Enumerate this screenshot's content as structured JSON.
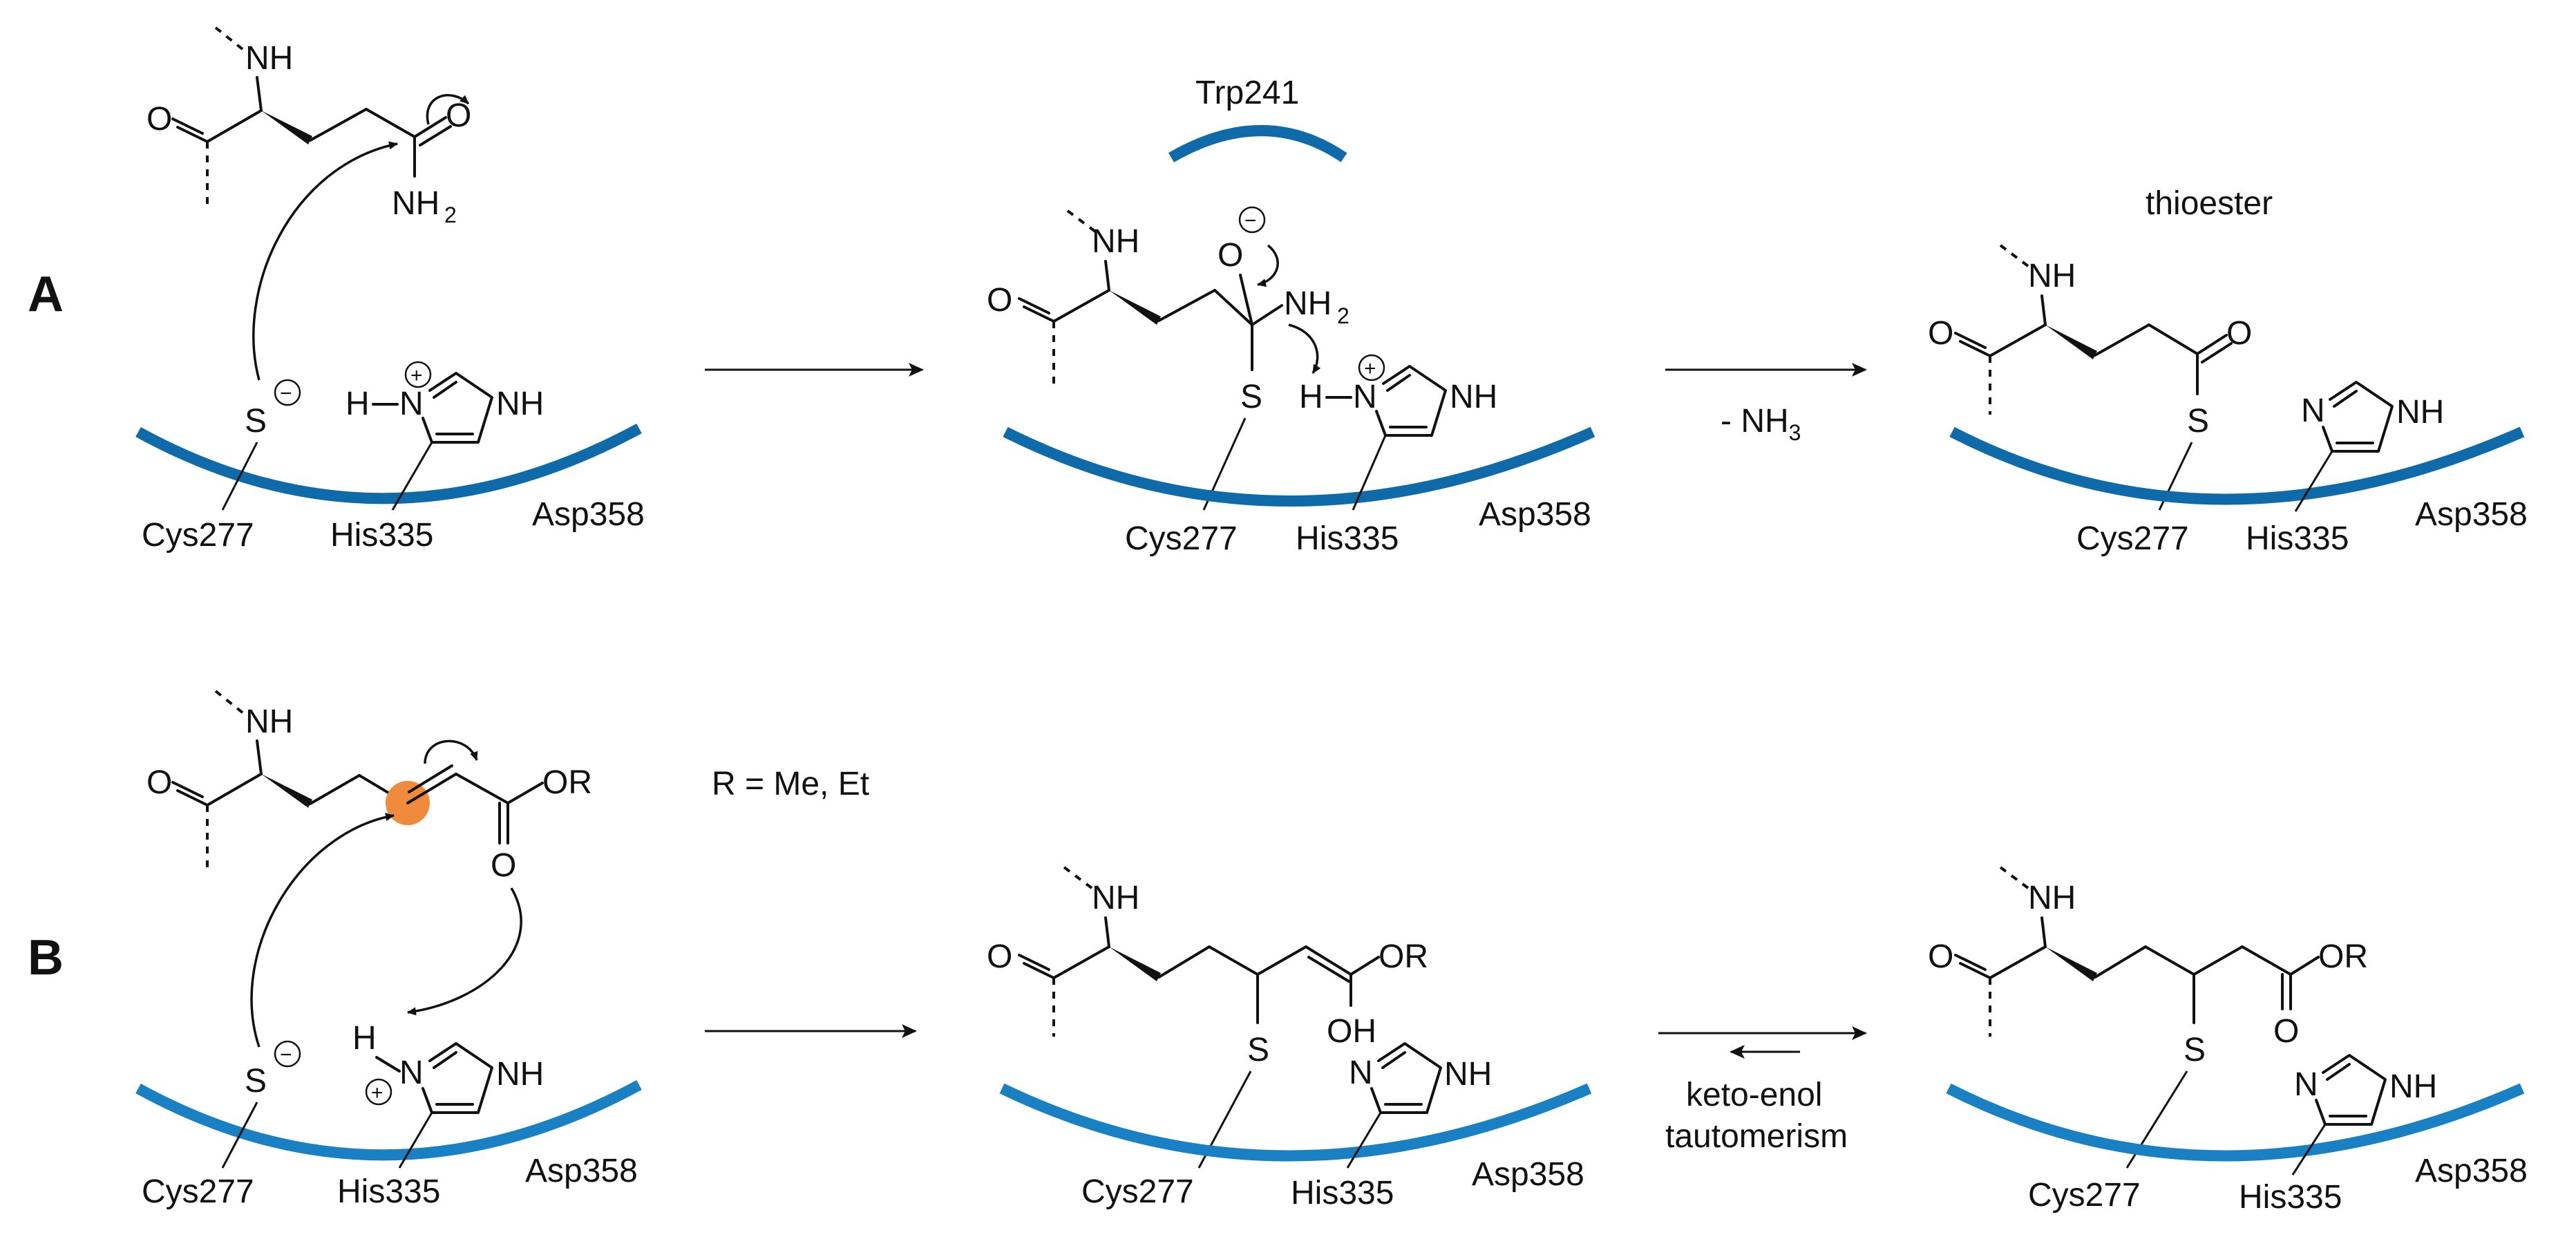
{
  "panels": {
    "a": "A",
    "b": "B"
  },
  "residues": {
    "cys": "Cys277",
    "his": "His335",
    "asp": "Asp358",
    "trp": "Trp241"
  },
  "labels": {
    "thioester": "thioester",
    "minus_nh3": "- NH",
    "nh3_sub": "3",
    "r_def": "R = Me, Et",
    "tauto_line1": "keto-enol",
    "tauto_line2": "tautomerism"
  },
  "atoms": {
    "nh": "NH",
    "o": "O",
    "s": "S",
    "n": "N",
    "h": "H",
    "nh2": "NH",
    "sub2": "2",
    "or": "OR",
    "oh": "OH",
    "minus": "−",
    "plus": "+"
  },
  "colors": {
    "protein": "#0e6aa8",
    "protein_light": "#1a80c4",
    "highlight": "#f08a3c"
  }
}
